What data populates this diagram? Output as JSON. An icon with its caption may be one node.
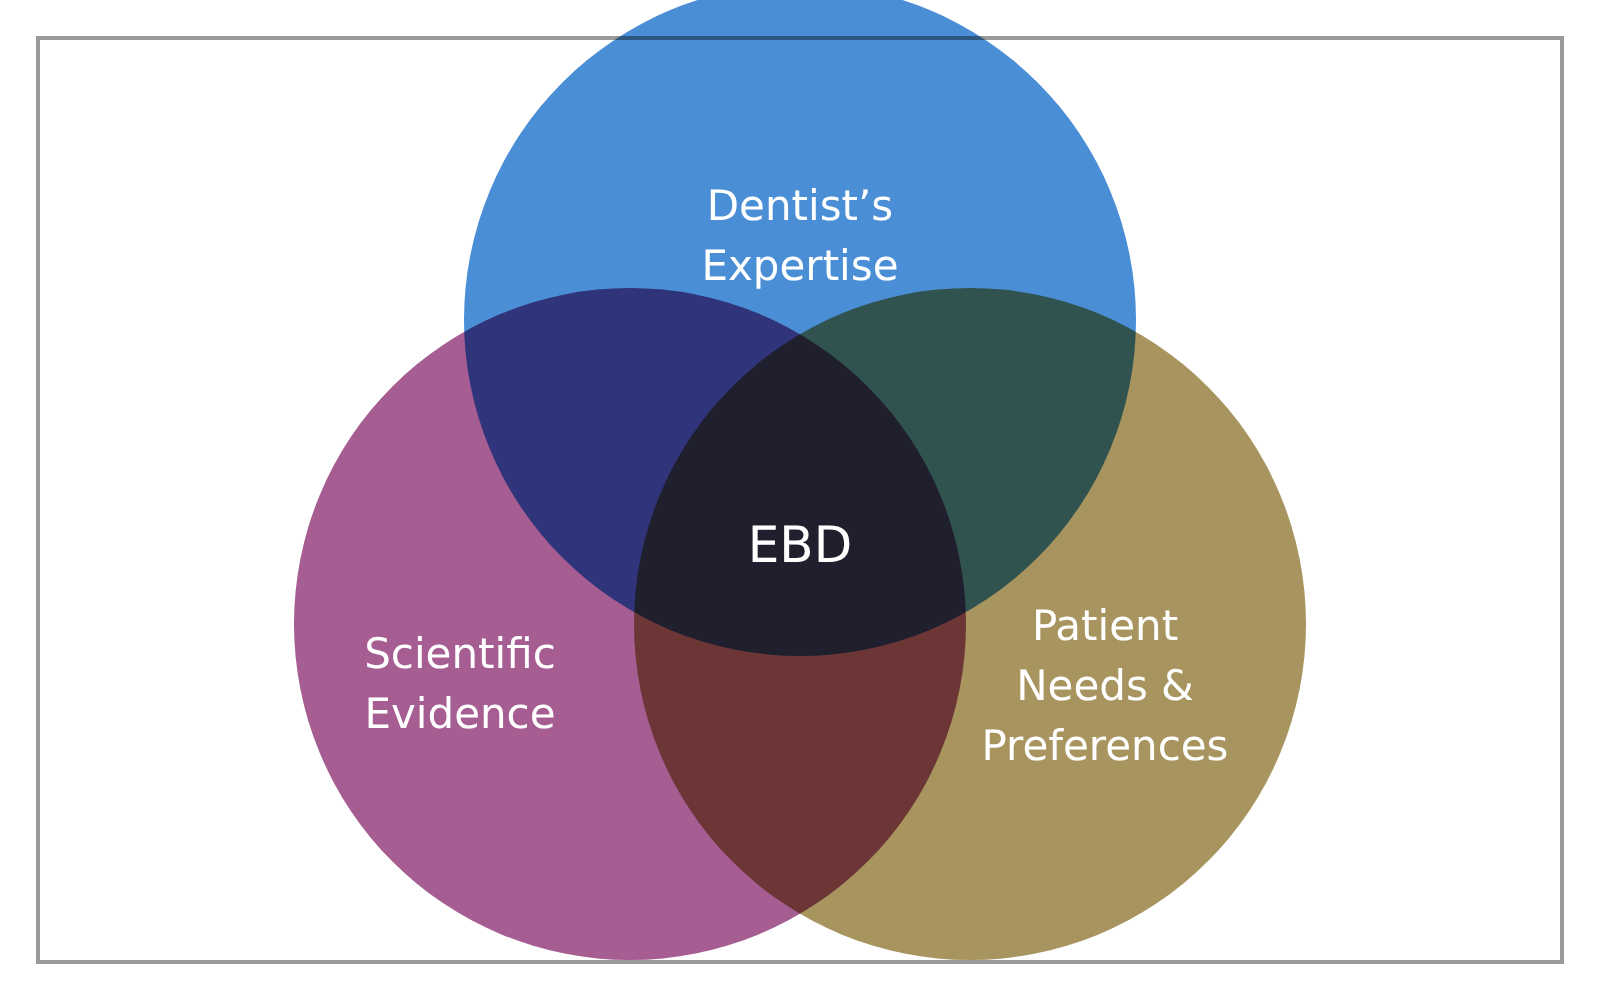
{
  "diagram": {
    "nodes": [
      {
        "text": [
          "Dentist’s Expertise"
        ]
      },
      {
        "text": [
          "Scientific Evidence"
        ]
      },
      {
        "text": [
          "Patient Needs & Preferences"
        ]
      }
    ],
    "edges": [],
    "labels": [
      "EBD"
    ]
  }
}
